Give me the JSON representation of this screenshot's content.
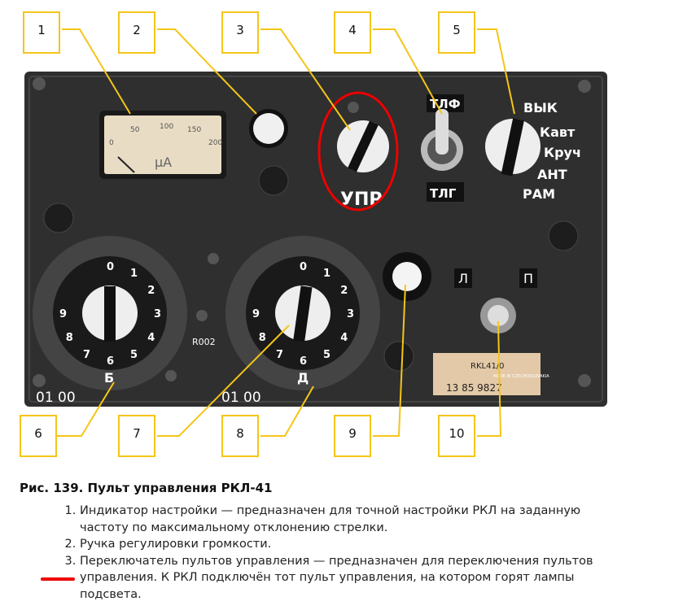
{
  "figure": {
    "callouts_top": [
      "1",
      "2",
      "3",
      "4",
      "5"
    ],
    "callouts_bottom": [
      "6",
      "7",
      "8",
      "9",
      "10"
    ],
    "panel_labels": {
      "meter_scale": [
        "0",
        "50",
        "100",
        "150",
        "200"
      ],
      "meter_unit": "μA",
      "switch3": "УПР",
      "toggle_top": "ТЛФ",
      "toggle_bottom": "ТЛГ",
      "mode": [
        "ВЫК",
        "Кавт",
        "Круч",
        "АНТ",
        "РАМ"
      ],
      "dial_digits": [
        "0",
        "1",
        "2",
        "3",
        "4",
        "5",
        "6",
        "7",
        "8",
        "9"
      ],
      "dial_left_letter": "Б",
      "dial_right_letter": "Д",
      "counter_left": "01 00",
      "counter_right": "01 00",
      "model": "R002",
      "lamp_l": "Л",
      "lamp_p": "П",
      "plate_model": "RKL41/0",
      "plate_serial": "13 85 9827",
      "plate_made": "MADE IN CZECHOSLOVAKIA"
    },
    "colors": {
      "panel": "#2e2f2e",
      "callout": "#f5c518",
      "highlight": "#e00000"
    }
  },
  "caption": "Рис. 139. Пульт управления РКЛ-41",
  "items": [
    "Индикатор настройки — предназначен для точной настройки РКЛ на заданную частоту по максимальному отклонению стрелки.",
    "Ручка регулировки громкости.",
    "Переключатель пультов управления — предназначен для переключения пультов управления. К РКЛ подключён тот пульт управления, на котором горят лампы подсвета."
  ]
}
